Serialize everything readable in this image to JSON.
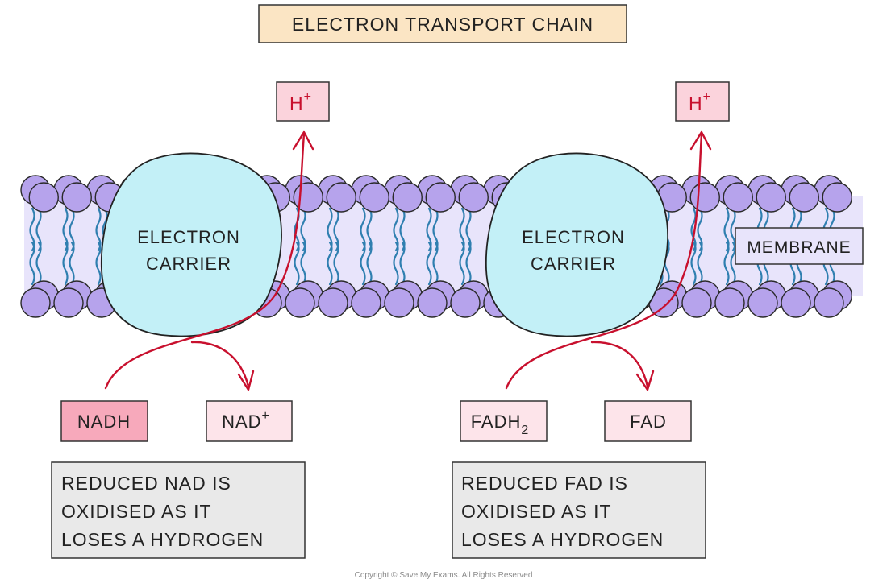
{
  "title": "ELECTRON TRANSPORT CHAIN",
  "proton": {
    "symbol": "H",
    "charge": "+"
  },
  "carrier": {
    "line1": "ELECTRON",
    "line2": "CARRIER"
  },
  "membrane_label": "MEMBRANE",
  "left": {
    "reduced": "NADH",
    "oxidised_base": "NAD",
    "oxidised_sup": "+",
    "note": [
      "REDUCED NAD IS",
      "OXIDISED AS IT",
      "LOSES A HYDROGEN"
    ]
  },
  "right": {
    "reduced_base": "FADH",
    "reduced_sub": "2",
    "oxidised": "FAD",
    "note": [
      "REDUCED FAD IS",
      "OXIDISED AS IT",
      "LOSES A HYDROGEN"
    ]
  },
  "copyright": "Copyright © Save My Exams. All Rights Reserved",
  "colors": {
    "arrow": "#c8102e",
    "proton_fill": "#fbd3dc",
    "nadh_fill": "#f7a9bb",
    "product_fill": "#fde4ea",
    "title_fill": "#fbe5c4",
    "carrier_fill": "#c3f0f7",
    "head_fill": "#b6a3ec",
    "membrane_band": "#e8e4fb",
    "tail": "#2f7fb0",
    "note_fill": "#e9e9e9"
  }
}
